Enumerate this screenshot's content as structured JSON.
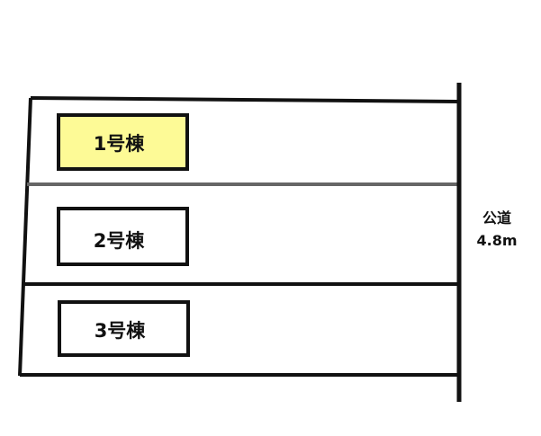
{
  "buildings": [
    {
      "label": "1号棟",
      "highlighted": true
    },
    {
      "label": "2号棟",
      "highlighted": false
    },
    {
      "label": "3号棟",
      "highlighted": false
    }
  ],
  "road": {
    "line1": "公道",
    "line2": "4.8m"
  },
  "colors": {
    "highlight_fill": "#fdfa96",
    "default_fill": "#ffffff",
    "stroke": "#111111",
    "divider": "#666666"
  }
}
